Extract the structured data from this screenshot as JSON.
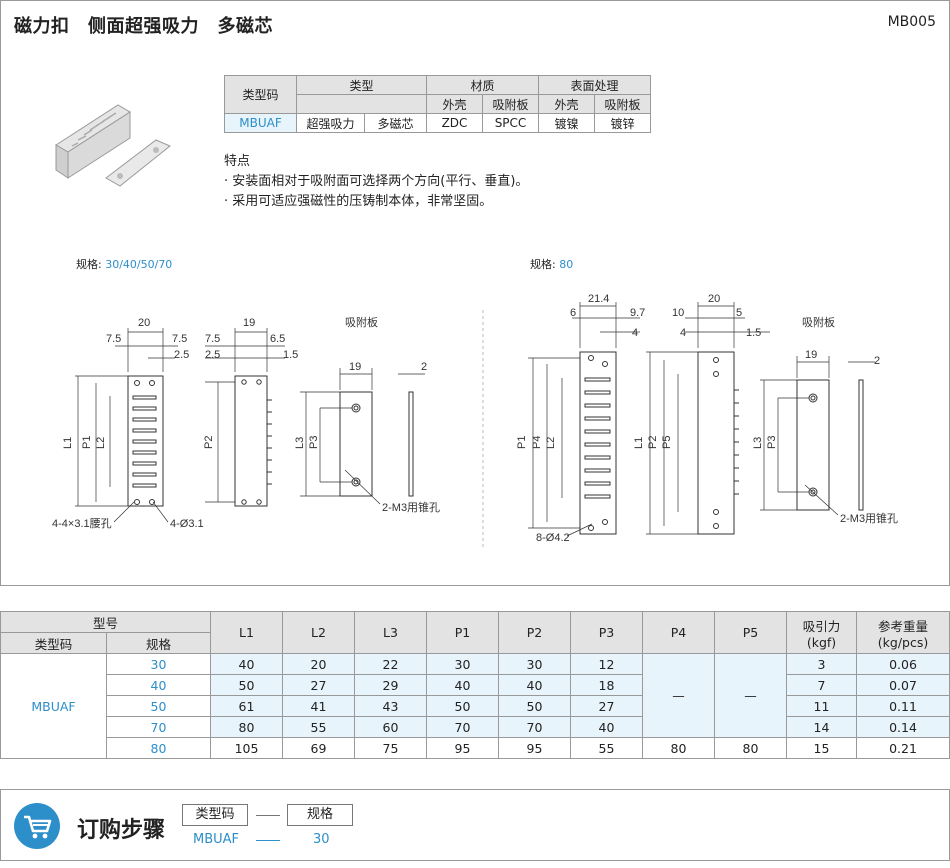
{
  "header": {
    "title": "磁力扣　侧面超强吸力　多磁芯",
    "code": "MB005"
  },
  "spec": {
    "h_type_code": "类型码",
    "h_type": "类型",
    "h_material": "材质",
    "h_surface": "表面处理",
    "h_shell": "外壳",
    "h_plate": "吸附板",
    "h_shell2": "外壳",
    "h_plate2": "吸附板",
    "type_code": "MBUAF",
    "type1": "超强吸力",
    "type2": "多磁芯",
    "mat_shell": "ZDC",
    "mat_plate": "SPCC",
    "surf_shell": "镀镍",
    "surf_plate": "镀锌"
  },
  "features": {
    "title": "特点",
    "items": [
      "· 安装面相对于吸附面可选择两个方向(平行、垂直)。",
      "· 采用可适应强磁性的压铸制本体，非常坚固。"
    ]
  },
  "drawing": {
    "left_spec_label": "规格: ",
    "left_spec_value": "30/40/50/70",
    "right_spec_label": "规格: ",
    "right_spec_value": "80",
    "plate_label_left": "吸附板",
    "plate_label_right": "吸附板",
    "dims_left": [
      "20",
      "7.5",
      "7.5",
      "2.5",
      "19",
      "7.5",
      "6.5",
      "2.5",
      "1.5",
      "19",
      "2"
    ],
    "dims_right": [
      "21.4",
      "6",
      "9.7",
      "4",
      "20",
      "10",
      "5",
      "4",
      "1.5",
      "19",
      "2"
    ],
    "axis_left": [
      "L1",
      "P1",
      "L2",
      "P2",
      "L3",
      "P3"
    ],
    "axis_right": [
      "P1",
      "P4",
      "L2",
      "L1",
      "P2",
      "P5",
      "L3",
      "P3"
    ],
    "holes_left_1": "4-4×3.1腰孔",
    "holes_left_2": "4-Ø3.1",
    "countersink_left": "2-M3用锥孔",
    "holes_right": "8-Ø4.2",
    "countersink_right": "2-M3用锥孔"
  },
  "table": {
    "h_model": "型号",
    "h_type_code": "类型码",
    "h_size": "规格",
    "cols": [
      "L1",
      "L2",
      "L3",
      "P1",
      "P2",
      "P3",
      "P4",
      "P5"
    ],
    "h_force": "吸引力",
    "h_force_unit": "(kgf)",
    "h_weight": "参考重量",
    "h_weight_unit": "(kg/pcs)",
    "type_code": "MBUAF",
    "dash": "—",
    "rows": [
      {
        "size": "30",
        "L1": "40",
        "L2": "20",
        "L3": "22",
        "P1": "30",
        "P2": "30",
        "P3": "12",
        "force": "3",
        "weight": "0.06"
      },
      {
        "size": "40",
        "L1": "50",
        "L2": "27",
        "L3": "29",
        "P1": "40",
        "P2": "40",
        "P3": "18",
        "force": "7",
        "weight": "0.07"
      },
      {
        "size": "50",
        "L1": "61",
        "L2": "41",
        "L3": "43",
        "P1": "50",
        "P2": "50",
        "P3": "27",
        "force": "11",
        "weight": "0.11"
      },
      {
        "size": "70",
        "L1": "80",
        "L2": "55",
        "L3": "60",
        "P1": "70",
        "P2": "70",
        "P3": "40",
        "force": "14",
        "weight": "0.14"
      },
      {
        "size": "80",
        "L1": "105",
        "L2": "69",
        "L3": "75",
        "P1": "95",
        "P2": "95",
        "P3": "55",
        "P4": "80",
        "P5": "80",
        "force": "15",
        "weight": "0.21"
      }
    ]
  },
  "order": {
    "title": "订购步骤",
    "box1": "类型码",
    "box2": "规格",
    "val1": "MBUAF",
    "val2": "30",
    "icon": "cart-icon",
    "accent": "#2d8fc9"
  }
}
